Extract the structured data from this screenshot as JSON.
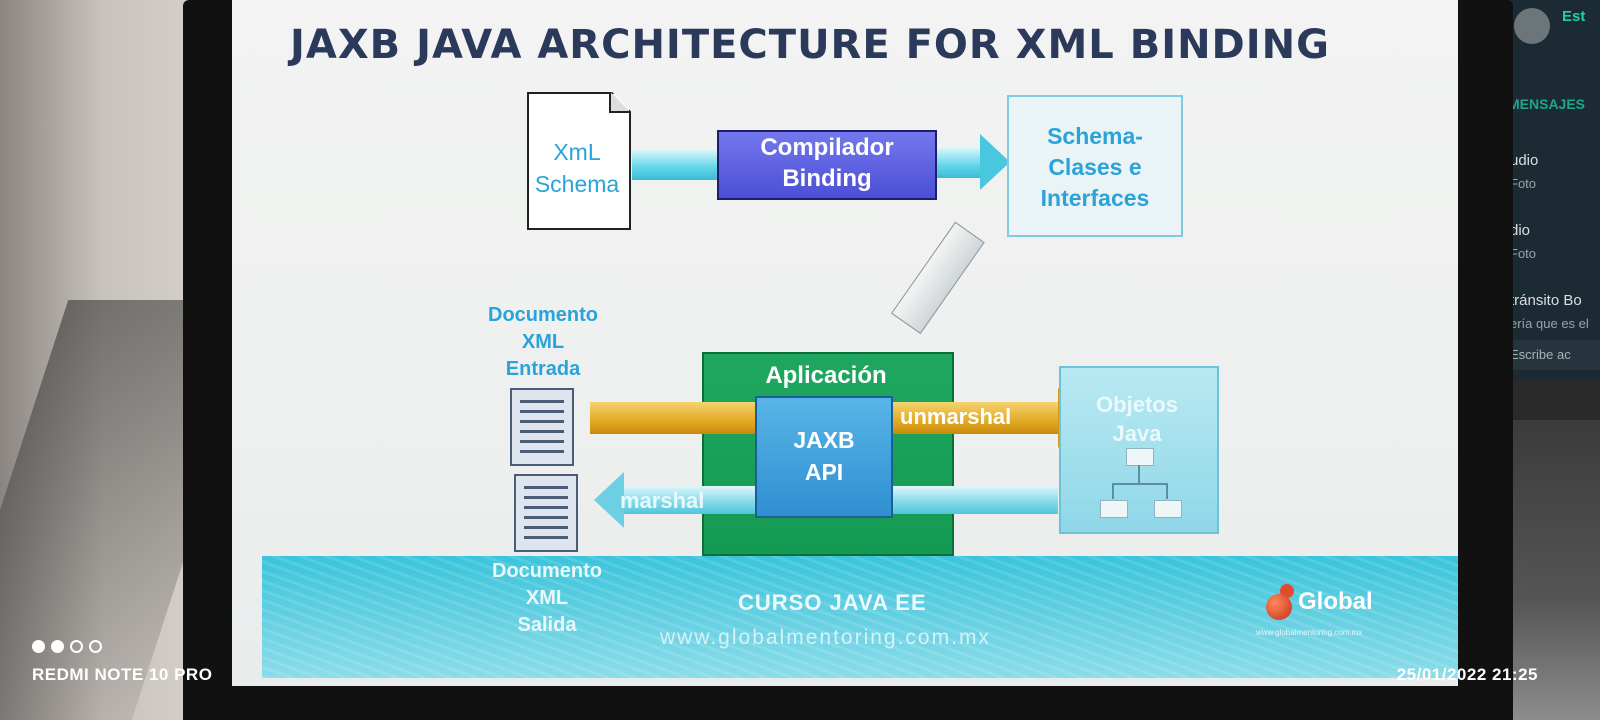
{
  "slide": {
    "title": "JAXB  JAVA ARCHITECTURE FOR XML BINDING",
    "xml_schema": [
      "XmL",
      "Schema"
    ],
    "compiler": [
      "Compilador",
      "Binding"
    ],
    "schema_classes": [
      "Schema-",
      "Clases e",
      "Interfaces"
    ],
    "input_doc": [
      "Documento",
      "XML",
      "Entrada"
    ],
    "application": "Aplicación",
    "unmarshal": "unmarshal",
    "marshal": "marshal",
    "api": [
      "JAXB",
      "API"
    ],
    "objects": [
      "Objetos",
      "Java"
    ],
    "output_doc": [
      "Documento",
      "XML",
      "Salida"
    ],
    "course": "CURSO JAVA EE",
    "url": "www.globalmentoring.com.mx",
    "logo": "Global",
    "logo_url": "www.globalmentoring.com.mx"
  },
  "side_app": {
    "top": "Est",
    "section": "MENSAJES",
    "rows": [
      {
        "title": "udio",
        "sub": "Foto"
      },
      {
        "title": "dio",
        "sub": "Foto"
      },
      {
        "title": "tránsito Bo",
        "sub": "ería que es el"
      }
    ],
    "search": "Escribe ac"
  },
  "camera": {
    "model": "REDMI NOTE 10 PRO",
    "datetime": "25/01/2022 21:25"
  },
  "colors": {
    "title": "#2b3a5a",
    "accent_blue": "#2aa3d8",
    "compiler_fill": "#4b4fd4",
    "application_fill": "#149a52",
    "unmarshal_arrow": "#e0a71f",
    "band": "#39c4dc"
  }
}
